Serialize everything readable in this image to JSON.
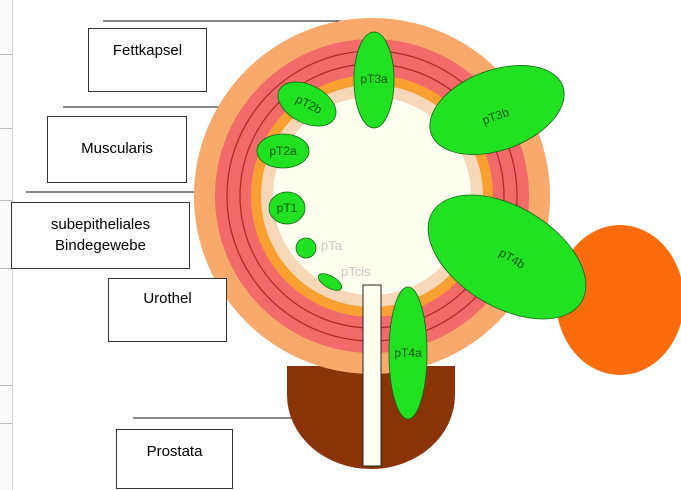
{
  "layers": [
    {
      "key": "fettkapsel",
      "label": "Fettkapsel"
    },
    {
      "key": "muscularis",
      "label": "Muscularis"
    },
    {
      "key": "subepithel",
      "label": "subepitheliales\nBindegewebe"
    },
    {
      "key": "urothel",
      "label": "Urothel"
    },
    {
      "key": "prostata",
      "label": "Prostata"
    }
  ],
  "stages": {
    "pT3a": "pT3a",
    "pT3b": "pT3b",
    "pT2b": "pT2b",
    "pT2a": "pT2a",
    "pT1": "pT1",
    "pTa": "pTa",
    "pTcis": "pTcis",
    "pT4a": "pT4a",
    "pT4b": "pT4b"
  },
  "colors": {
    "fat": "#f9a96b",
    "muscle": "#f26a6a",
    "submucosa": "#f9a030",
    "urothelium": "#f6d8b8",
    "lumen": "#fffff0",
    "tumor": "#22e022",
    "tumor_outline": "#116611",
    "prostate": "#8a3306",
    "adjacent_organ": "#fb6d0c",
    "stage_label_light": "#c8c8c8",
    "stage_label_dark": "#0a5a0a"
  },
  "icons": {
    "left_edge": "window-edge-strip"
  }
}
